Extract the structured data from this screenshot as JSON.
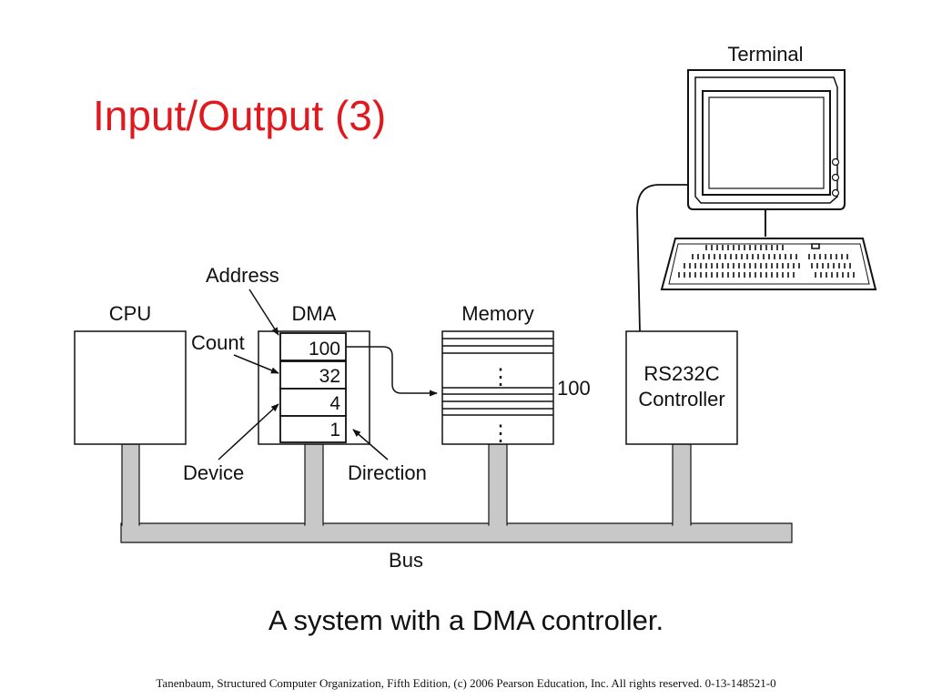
{
  "slide": {
    "title": "Input/Output (3)",
    "caption": "A system with a DMA controller.",
    "credit": "Tanenbaum, Structured Computer Organization, Fifth Edition, (c) 2006 Pearson Education, Inc. All rights reserved. 0-13-148521-0"
  },
  "diagram": {
    "terminal_label": "Terminal",
    "cpu_label": "CPU",
    "dma_label": "DMA",
    "memory_label": "Memory",
    "memory_address": "100",
    "controller_label_line1": "RS232C",
    "controller_label_line2": "Controller",
    "bus_label": "Bus",
    "dma_registers": [
      {
        "name": "Address",
        "value": "100"
      },
      {
        "name": "Count",
        "value": "32"
      },
      {
        "name": "Device",
        "value": "4"
      },
      {
        "name": "Direction",
        "value": "1"
      }
    ],
    "memory_ellipsis": "⋮"
  },
  "colors": {
    "title": "#e0191e",
    "bus": "#c8c8c8",
    "ink": "#111111"
  }
}
